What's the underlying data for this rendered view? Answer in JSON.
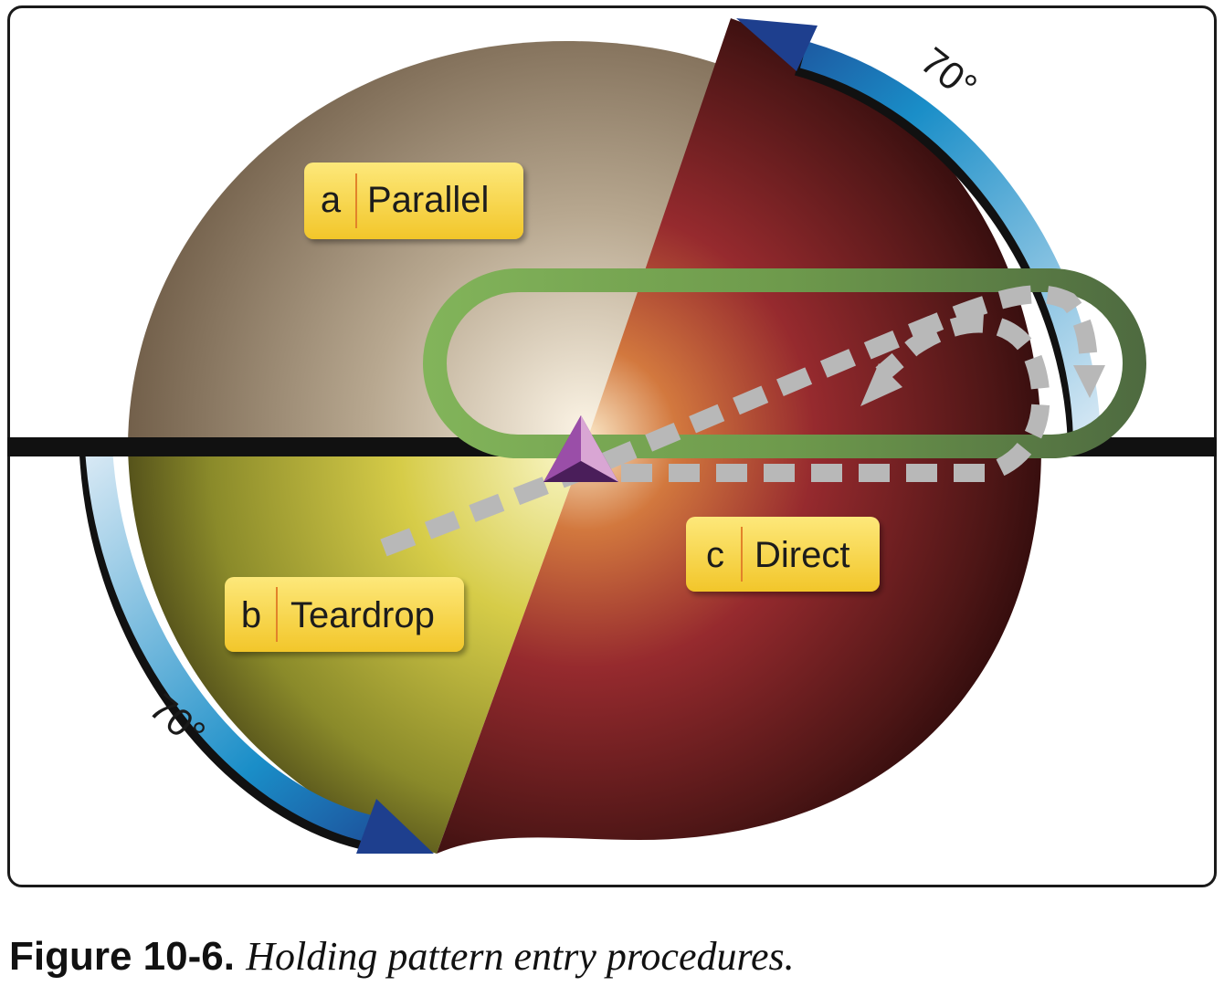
{
  "labels": {
    "parallel": {
      "letter": "a",
      "name": "Parallel"
    },
    "teardrop": {
      "letter": "b",
      "name": "Teardrop"
    },
    "direct": {
      "letter": "c",
      "name": "Direct"
    }
  },
  "angles": {
    "top": "70°",
    "bottom": "70°"
  },
  "caption": {
    "figure": "Figure 10-6",
    "text": "Holding pattern entry procedures."
  },
  "colors": {
    "parallel_sector": "#a89a85",
    "teardrop_sector": "#b8ad3a",
    "direct_sector": "#8a2a2a",
    "holding_pattern": "#6a9a52",
    "arc_arrow": "#2a7ec0",
    "label_box": "#f7d23a",
    "fix_marker": "#7b3c8c"
  }
}
